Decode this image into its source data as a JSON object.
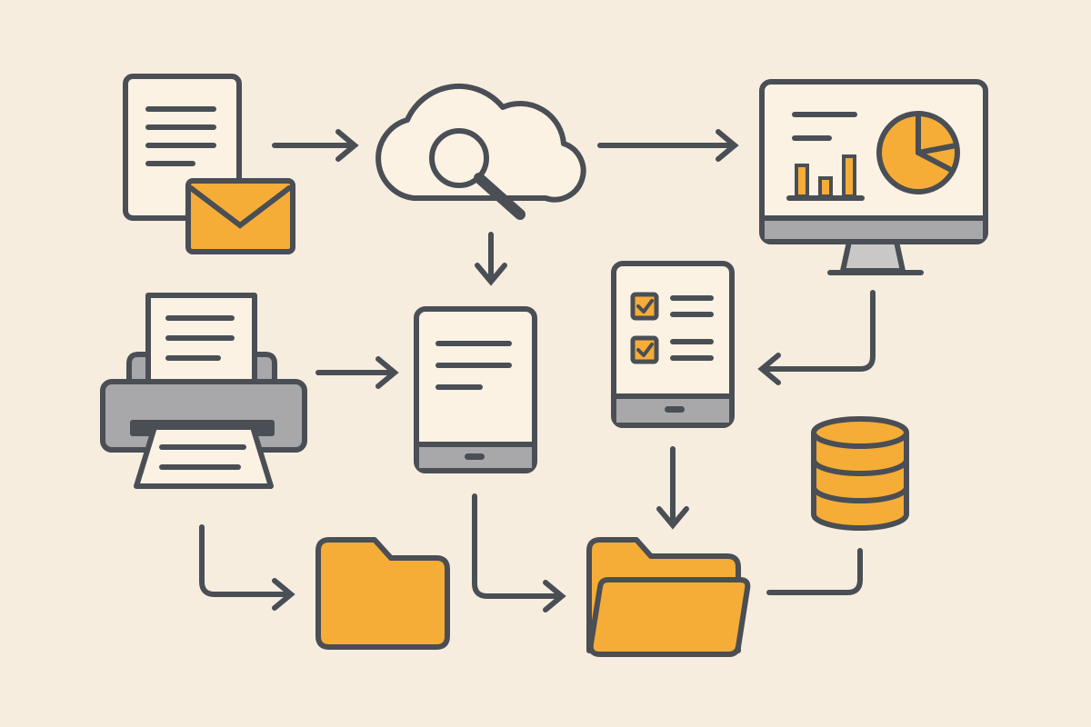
{
  "diagram": {
    "type": "document-workflow",
    "nodes": [
      {
        "id": "document-with-email",
        "icon": "document-email-icon"
      },
      {
        "id": "cloud-search",
        "icon": "cloud-search-icon"
      },
      {
        "id": "analytics-monitor",
        "icon": "monitor-chart-icon"
      },
      {
        "id": "printer",
        "icon": "printer-icon"
      },
      {
        "id": "tablet-document",
        "icon": "tablet-document-icon"
      },
      {
        "id": "tablet-checklist",
        "icon": "tablet-checklist-icon"
      },
      {
        "id": "database",
        "icon": "database-icon"
      },
      {
        "id": "closed-folder",
        "icon": "folder-icon"
      },
      {
        "id": "open-folder",
        "icon": "folder-open-icon"
      }
    ],
    "edges": [
      {
        "from": "document-with-email",
        "to": "cloud-search"
      },
      {
        "from": "cloud-search",
        "to": "analytics-monitor"
      },
      {
        "from": "cloud-search",
        "to": "tablet-document"
      },
      {
        "from": "printer",
        "to": "tablet-document"
      },
      {
        "from": "analytics-monitor",
        "to": "tablet-checklist"
      },
      {
        "from": "tablet-checklist",
        "to": "open-folder"
      },
      {
        "from": "printer",
        "to": "closed-folder"
      },
      {
        "from": "tablet-document",
        "to": "open-folder"
      },
      {
        "from": "database",
        "to": "open-folder"
      }
    ]
  },
  "colors": {
    "background": "#F7EDDF",
    "outline": "#4A4E55",
    "accent": "#F5AD37",
    "paper": "#FBF2E4",
    "device_gray": "#A8A8AA"
  }
}
